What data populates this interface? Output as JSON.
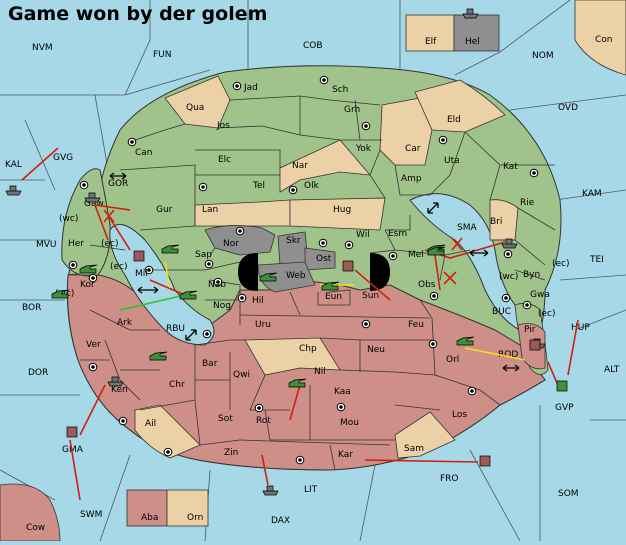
{
  "title": "Game won by der golem",
  "colors": {
    "water": "#a6d8e8",
    "neutral_land": "#ecd1a6",
    "green_power": "#9fc38a",
    "red_power": "#cd8f87",
    "gray_power": "#8f8f8f",
    "green_unit": "#3e8f3a",
    "red_unit": "#9a5a58",
    "gray_unit": "#6f7478",
    "move_order": "#d02010",
    "support_order": "#f1e020",
    "convoy_order": "#30c030"
  },
  "icons": [
    "supply-center-icon",
    "army-unit-icon",
    "fleet-unit-icon",
    "coast-swap-icon"
  ],
  "sea_labels": [
    {
      "name": "nvm",
      "label": "NVM"
    },
    {
      "name": "fun",
      "label": "FUN"
    },
    {
      "name": "cob",
      "label": "COB"
    },
    {
      "name": "nom",
      "label": "NOM"
    },
    {
      "name": "ovd",
      "label": "OVD"
    },
    {
      "name": "kam",
      "label": "KAM"
    },
    {
      "name": "tei",
      "label": "TEI"
    },
    {
      "name": "alt",
      "label": "ALT"
    },
    {
      "name": "som",
      "label": "SOM"
    },
    {
      "name": "fro",
      "label": "FRO"
    },
    {
      "name": "lit",
      "label": "LIT"
    },
    {
      "name": "dax",
      "label": "DAX"
    },
    {
      "name": "swm",
      "label": "SWM"
    },
    {
      "name": "dor",
      "label": "DOR"
    },
    {
      "name": "bor",
      "label": "BOR"
    },
    {
      "name": "mvu",
      "label": "MVU"
    },
    {
      "name": "gvg",
      "label": "GVG"
    },
    {
      "name": "gor",
      "label": "GOR"
    },
    {
      "name": "rbu",
      "label": "RBU"
    },
    {
      "name": "sma",
      "label": "SMA"
    },
    {
      "name": "buc",
      "label": "BUC"
    },
    {
      "name": "rod",
      "label": "ROD"
    },
    {
      "name": "kal",
      "label": "KAL"
    },
    {
      "name": "hup",
      "label": "HUP"
    },
    {
      "name": "gvp",
      "label": "GVP"
    },
    {
      "name": "gma",
      "label": "GMA"
    }
  ],
  "land_labels": [
    {
      "name": "elf",
      "label": "Elf"
    },
    {
      "name": "hel",
      "label": "Hel"
    },
    {
      "name": "con",
      "label": "Con"
    },
    {
      "name": "cow",
      "label": "Cow"
    },
    {
      "name": "aba",
      "label": "Aba"
    },
    {
      "name": "orn",
      "label": "Orn"
    },
    {
      "name": "jad",
      "label": "Jad"
    },
    {
      "name": "sch",
      "label": "Sch"
    },
    {
      "name": "qua",
      "label": "Qua"
    },
    {
      "name": "jos",
      "label": "Jos"
    },
    {
      "name": "grh",
      "label": "Grh"
    },
    {
      "name": "eld",
      "label": "Eld"
    },
    {
      "name": "can",
      "label": "Can"
    },
    {
      "name": "yok",
      "label": "Yok"
    },
    {
      "name": "car",
      "label": "Car"
    },
    {
      "name": "elc",
      "label": "Elc"
    },
    {
      "name": "nar",
      "label": "Nar"
    },
    {
      "name": "uta",
      "label": "Uta"
    },
    {
      "name": "kat",
      "label": "Kat"
    },
    {
      "name": "tel",
      "label": "Tel"
    },
    {
      "name": "olk",
      "label": "Olk"
    },
    {
      "name": "amp",
      "label": "Amp"
    },
    {
      "name": "gur",
      "label": "Gur"
    },
    {
      "name": "lan",
      "label": "Lan"
    },
    {
      "name": "hug",
      "label": "Hug"
    },
    {
      "name": "rie",
      "label": "Rie"
    },
    {
      "name": "wil",
      "label": "Wil"
    },
    {
      "name": "esm",
      "label": "Esm"
    },
    {
      "name": "bri",
      "label": "Bri"
    },
    {
      "name": "gaw",
      "label": "Gaw"
    },
    {
      "name": "nor",
      "label": "Nor"
    },
    {
      "name": "skr",
      "label": "Skr"
    },
    {
      "name": "ost",
      "label": "Ost"
    },
    {
      "name": "her",
      "label": "Her"
    },
    {
      "name": "sap",
      "label": "Sap"
    },
    {
      "name": "web",
      "label": "Web"
    },
    {
      "name": "mel",
      "label": "Mel"
    },
    {
      "name": "byn",
      "label": "Byn"
    },
    {
      "name": "mil",
      "label": "Mil"
    },
    {
      "name": "kor",
      "label": "Kor"
    },
    {
      "name": "nab",
      "label": "Nab"
    },
    {
      "name": "eun",
      "label": "Eun"
    },
    {
      "name": "sun",
      "label": "Sun"
    },
    {
      "name": "obs",
      "label": "Obs"
    },
    {
      "name": "gwa",
      "label": "Gwa"
    },
    {
      "name": "hil",
      "label": "Hil"
    },
    {
      "name": "nog",
      "label": "Nog"
    },
    {
      "name": "ark",
      "label": "Ark"
    },
    {
      "name": "pir",
      "label": "Pir"
    },
    {
      "name": "uru",
      "label": "Uru"
    },
    {
      "name": "feu",
      "label": "Feu"
    },
    {
      "name": "ver",
      "label": "Ver"
    },
    {
      "name": "chp",
      "label": "Chp"
    },
    {
      "name": "neu",
      "label": "Neu"
    },
    {
      "name": "orl",
      "label": "Orl"
    },
    {
      "name": "bar",
      "label": "Bar"
    },
    {
      "name": "qwi",
      "label": "Qwi"
    },
    {
      "name": "nil",
      "label": "Nil"
    },
    {
      "name": "chr",
      "label": "Chr"
    },
    {
      "name": "ken",
      "label": "Ken"
    },
    {
      "name": "kaa",
      "label": "Kaa"
    },
    {
      "name": "los",
      "label": "Los"
    },
    {
      "name": "ail",
      "label": "Ail"
    },
    {
      "name": "sot",
      "label": "Sot"
    },
    {
      "name": "rot",
      "label": "Rot"
    },
    {
      "name": "mou",
      "label": "Mou"
    },
    {
      "name": "zin",
      "label": "Zin"
    },
    {
      "name": "kar",
      "label": "Kar"
    },
    {
      "name": "sam",
      "label": "Sam"
    }
  ],
  "coast_labels": [
    {
      "name": "gaw-wc",
      "label": "(wc)"
    },
    {
      "name": "gaw-ec",
      "label": "(ec)"
    },
    {
      "name": "mil-ec",
      "label": "(ec)"
    },
    {
      "name": "kor-wc",
      "label": "(wc)"
    },
    {
      "name": "byn-ec",
      "label": "(ec)"
    },
    {
      "name": "gwa-wc",
      "label": "(wc)"
    },
    {
      "name": "gwa-ec",
      "label": "(ec)"
    }
  ]
}
